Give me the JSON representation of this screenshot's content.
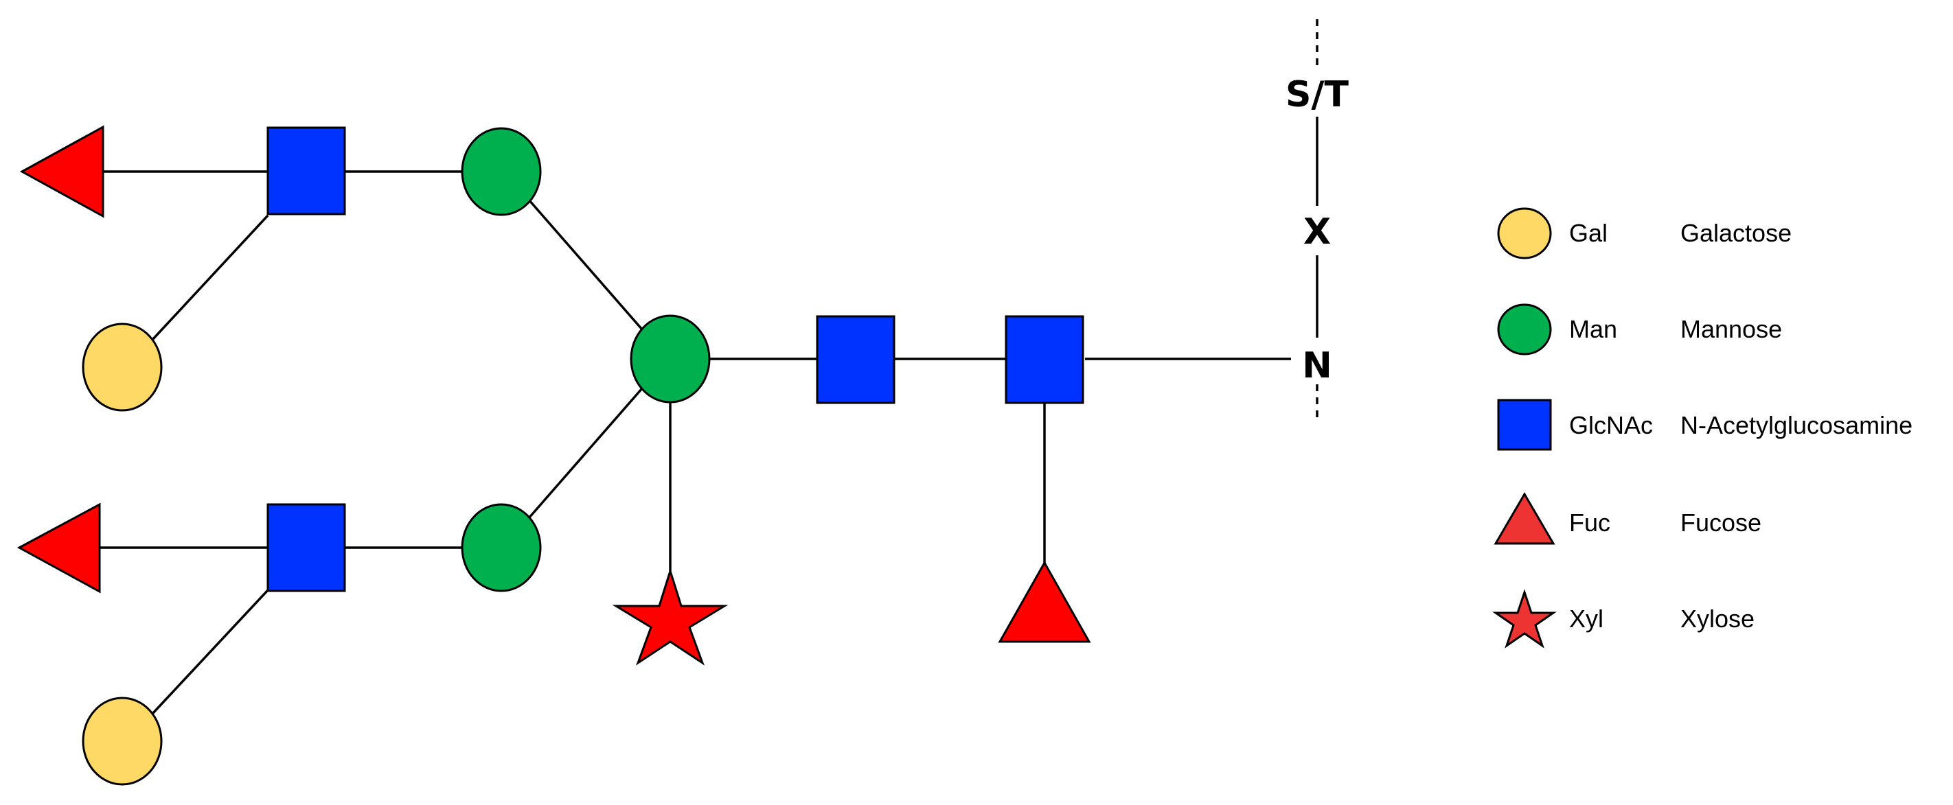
{
  "colors": {
    "gal": "#FFD966",
    "man": "#00B04F",
    "glcnac": "#0033FF",
    "fuc": "#FF0000",
    "xyl": "#FF0000",
    "legend_red": "#EE3333"
  },
  "sequon": {
    "top_label": "S/T",
    "middle_label": "X",
    "bottom_label": "N"
  },
  "legend": {
    "items": [
      {
        "symbol": "circle-yellow",
        "abbr": "Gal",
        "name": "Galactose"
      },
      {
        "symbol": "circle-green",
        "abbr": "Man",
        "name": "Mannose"
      },
      {
        "symbol": "square-blue",
        "abbr": "GlcNAc",
        "name": "N-Acetylglucosamine"
      },
      {
        "symbol": "triangle-red",
        "abbr": "Fuc",
        "name": "Fucose"
      },
      {
        "symbol": "star-red",
        "abbr": "Xyl",
        "name": "Xylose"
      }
    ]
  }
}
